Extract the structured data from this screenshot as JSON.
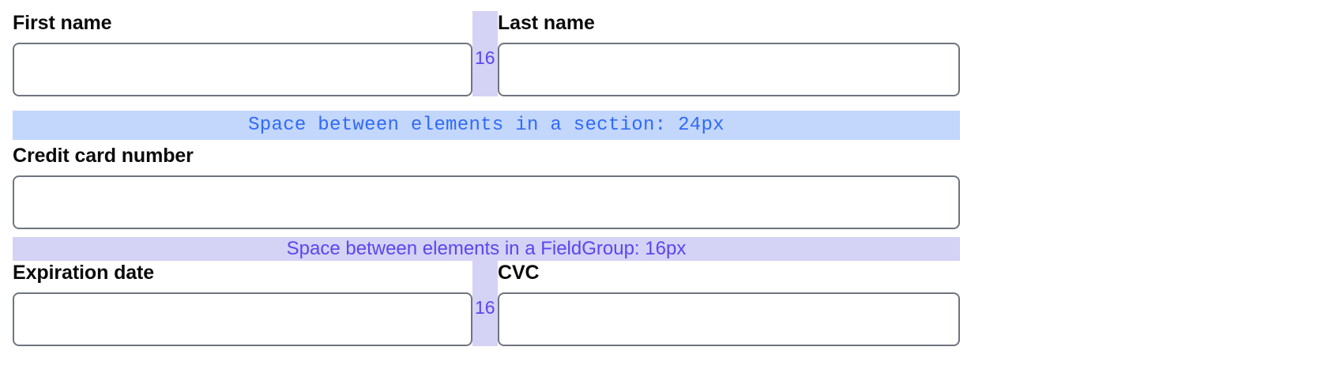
{
  "form": {
    "rows": [
      {
        "type": "pair",
        "left": {
          "label": "First name",
          "value": "",
          "placeholder": ""
        },
        "gap": {
          "value": "16"
        },
        "right": {
          "label": "Last name",
          "value": "",
          "placeholder": ""
        }
      },
      {
        "type": "single",
        "field": {
          "label": "Credit card number",
          "value": "",
          "placeholder": ""
        }
      },
      {
        "type": "pair",
        "left": {
          "label": "Expiration date",
          "value": "",
          "placeholder": ""
        },
        "gap": {
          "value": "16"
        },
        "right": {
          "label": "CVC",
          "value": "",
          "placeholder": ""
        }
      }
    ]
  },
  "annotations": {
    "section_band": {
      "text": "Space between elements in a section: 24px",
      "color": "#2f6bfa",
      "background": "#c3d6fb"
    },
    "fieldgroup_band": {
      "text": "Space between elements in a FieldGroup: 16px",
      "color": "#5b46f0",
      "background": "#d4d2f5"
    },
    "gap_marker": {
      "color": "#5b46f0",
      "background": "#d4d2f5"
    }
  },
  "theme": {
    "page_background": "#ffffff",
    "input_border": "#6f7480",
    "label_color": "#0a0a0a"
  }
}
